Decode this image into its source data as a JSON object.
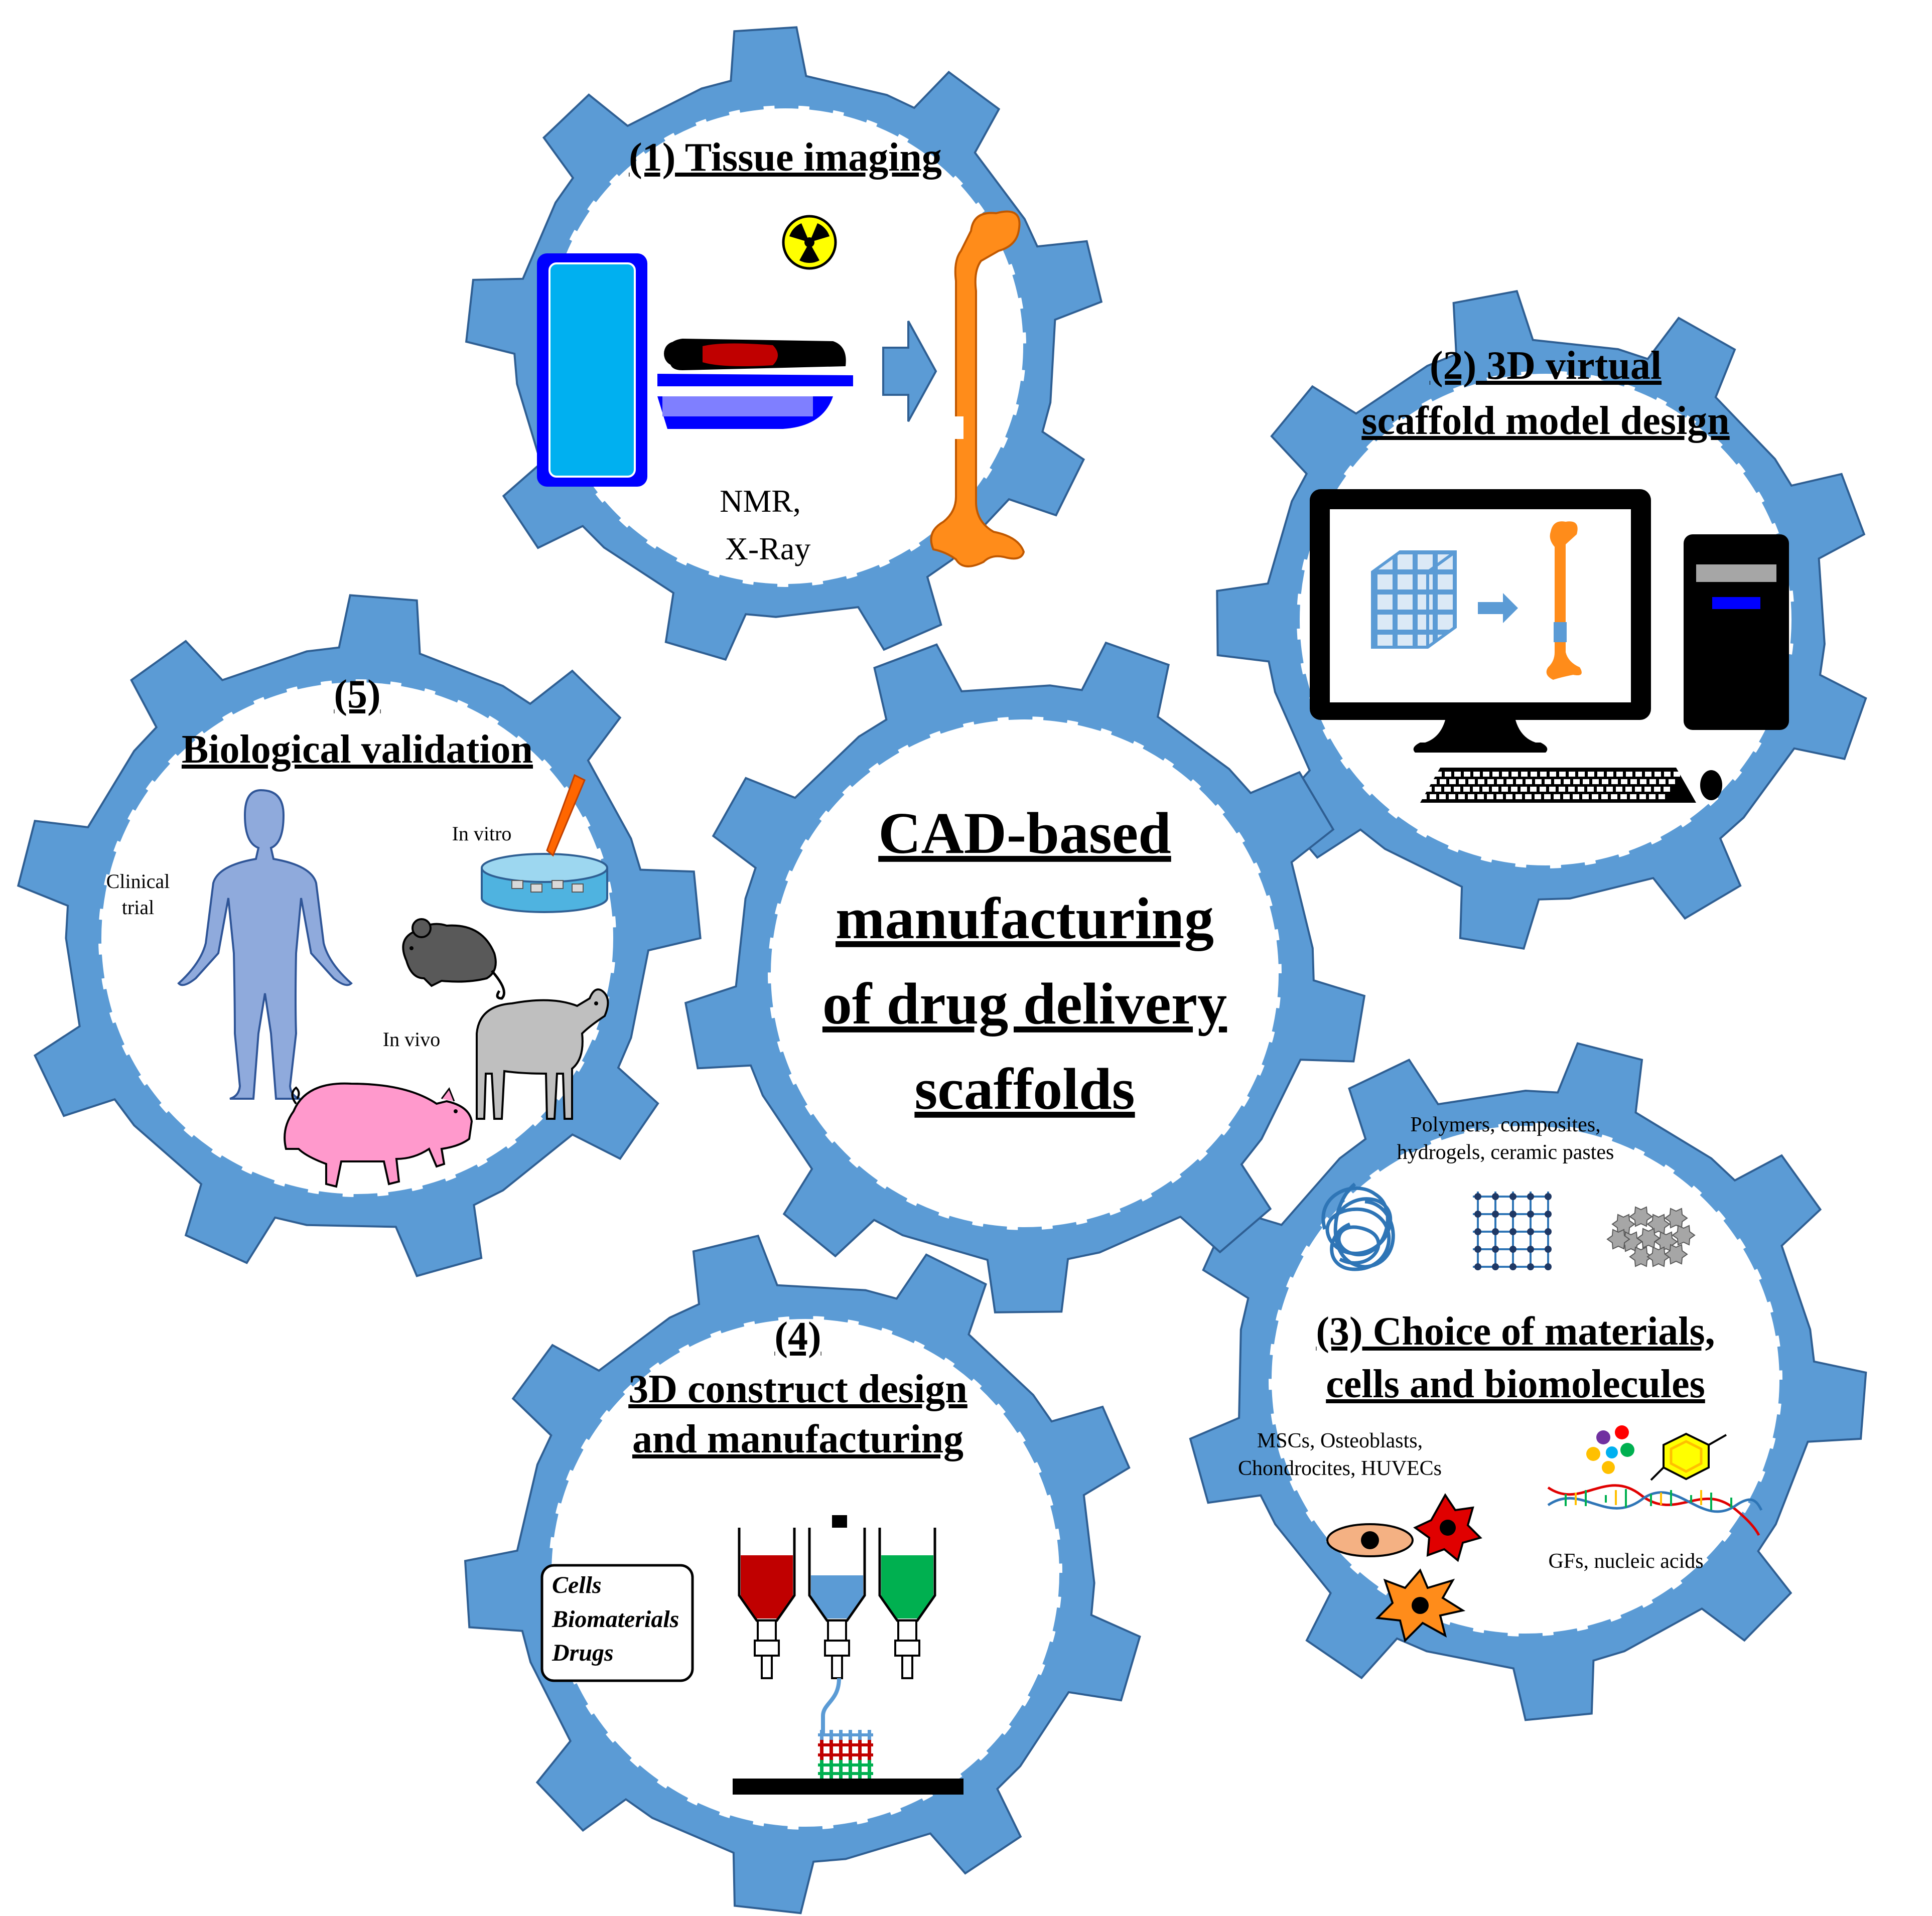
{
  "center": {
    "lines": [
      "CAD-based",
      "manufacturing",
      "of drug delivery",
      "scaffolds"
    ]
  },
  "step1": {
    "title": "(1) Tissue imaging",
    "caption": [
      "NMR,",
      "X-Ray"
    ],
    "icons": [
      "mri-scanner-icon",
      "radiation-icon",
      "arrow-right-icon",
      "femur-bone-icon"
    ]
  },
  "step2": {
    "title": [
      "(2) 3D virtual",
      "scaffold model design"
    ],
    "icons": [
      "monitor-icon",
      "computer-tower-icon",
      "keyboard-icon",
      "mouse-icon",
      "scaffold-lattice-icon",
      "femur-bone-icon"
    ]
  },
  "step3": {
    "materials": [
      "Polymers, composites,",
      "hydrogels, ceramic pastes"
    ],
    "title": [
      "(3) Choice of materials,",
      "cells and biomolecules"
    ],
    "cells": [
      "MSCs, Osteoblasts,",
      "Chondrocites, HUVECs"
    ],
    "biomolecules": "GFs, nucleic acids",
    "icons": [
      "polymer-tangle-icon",
      "hydrogel-network-icon",
      "ceramic-particles-icon",
      "cell-icon",
      "molecule-icon",
      "dna-icon"
    ]
  },
  "step4": {
    "title": [
      "(4)",
      "3D construct design",
      "and manufacturing"
    ],
    "legend": [
      "Cells",
      "Biomaterials",
      "Drugs"
    ],
    "colors": {
      "cells": "#c00000",
      "biomaterials": "#5b9bd5",
      "drugs": "#00b050"
    },
    "icons": [
      "bioprinter-syringe-icon",
      "printed-construct-icon"
    ]
  },
  "step5": {
    "title": [
      "(5)",
      "Biological validation"
    ],
    "labels": {
      "clinical": [
        "Clinical",
        "trial"
      ],
      "in_vitro": "In vitro",
      "in_vivo": "In vivo"
    },
    "icons": [
      "human-figure-icon",
      "petri-dish-icon",
      "mouse-animal-icon",
      "sheep-icon",
      "pig-icon"
    ]
  },
  "colors": {
    "gear": "#5b9bd5",
    "bone": "#ff8c1a",
    "mri": "#00b0f0",
    "scanner_blue": "#0000ff"
  }
}
